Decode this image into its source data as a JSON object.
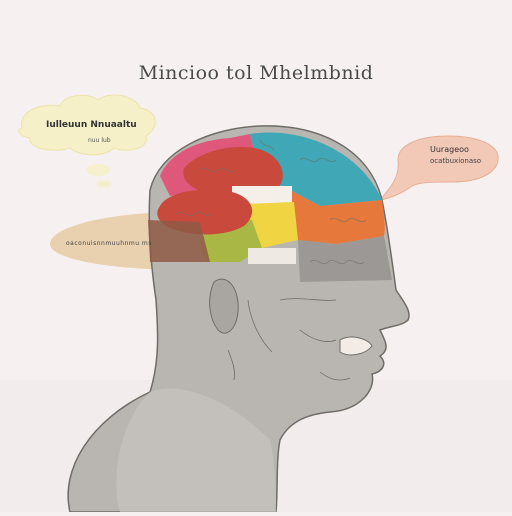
{
  "title": "Mincioo tol Mhelmbnid",
  "labels": {
    "top_left_line1": "Iulleuun Nnuaaltu",
    "top_left_line2": "nuu lub",
    "left_band": "oaconuisnnmuuhnmu ms",
    "right_line1": "Uurageoo",
    "right_line2": "ocatbuxionaso"
  },
  "colors": {
    "background": "#f6f1f0",
    "head": "#b9b6b2",
    "head_outline": "#6f6c68",
    "brain_red": "#c94a3c",
    "brain_teal": "#3fa7b5",
    "brain_pink": "#e0577c",
    "brain_orange": "#e6783c",
    "brain_yellow": "#f0d441",
    "brain_green": "#a9b844",
    "bubble_cream": "#f6f0c8",
    "band_tan": "#e4c59a",
    "bubble_peach": "#f2c4b1"
  }
}
